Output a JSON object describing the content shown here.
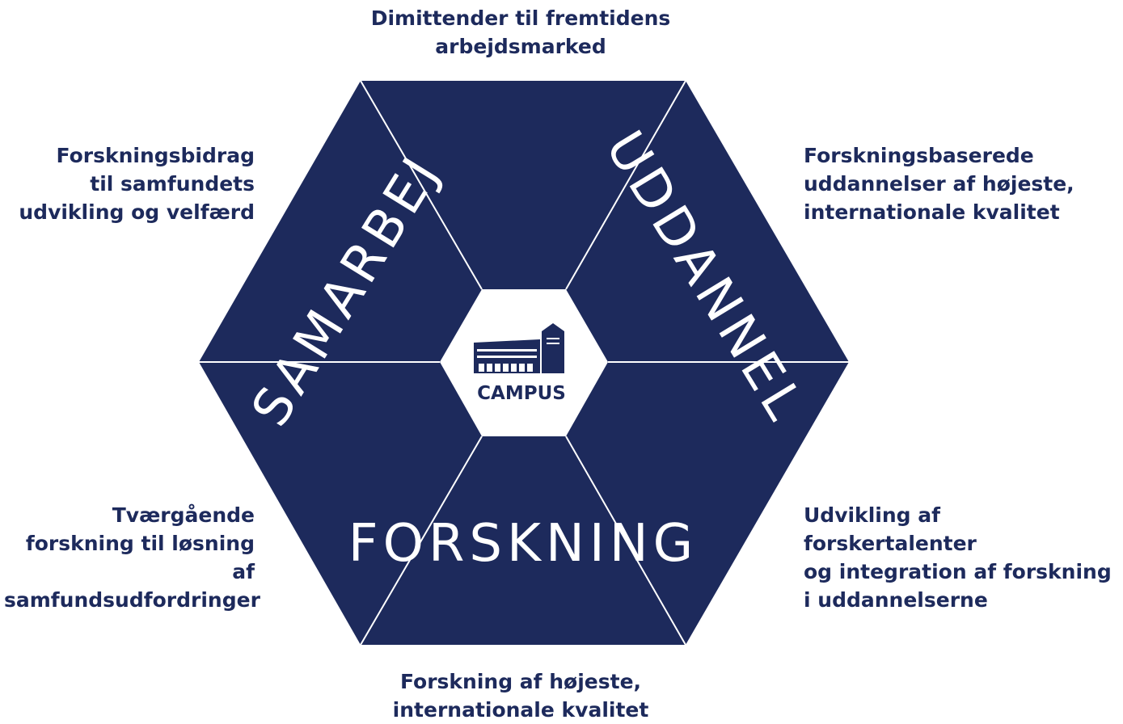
{
  "colors": {
    "hexagon_fill": "#1d2a5c",
    "divider": "#ffffff",
    "center_fill": "#ffffff",
    "text": "#1d2a5c"
  },
  "pillars": {
    "samarbejde": "SAMARBEJDE",
    "uddannelse": "UDDANNELSE",
    "forskning": "FORSKNING"
  },
  "center": {
    "label": "CAMPUS",
    "icon": "campus-building-icon"
  },
  "captions": {
    "top": "Dimittender til fremtidens\narbejdsmarked",
    "top_left": "Forskningsbidrag\ntil samfundets\nudvikling og velfærd",
    "top_right": "Forskningsbaserede\nuddannelser af højeste,\ninternationale kvalitet",
    "bottom_left": "Tværgående\nforskning til løsning af\nsamfundsudfordringer",
    "bottom_right": "Udvikling af forskertalenter\nog integration af forskning\ni uddannelserne",
    "bottom": "Forskning af højeste,\ninternationale kvalitet"
  }
}
